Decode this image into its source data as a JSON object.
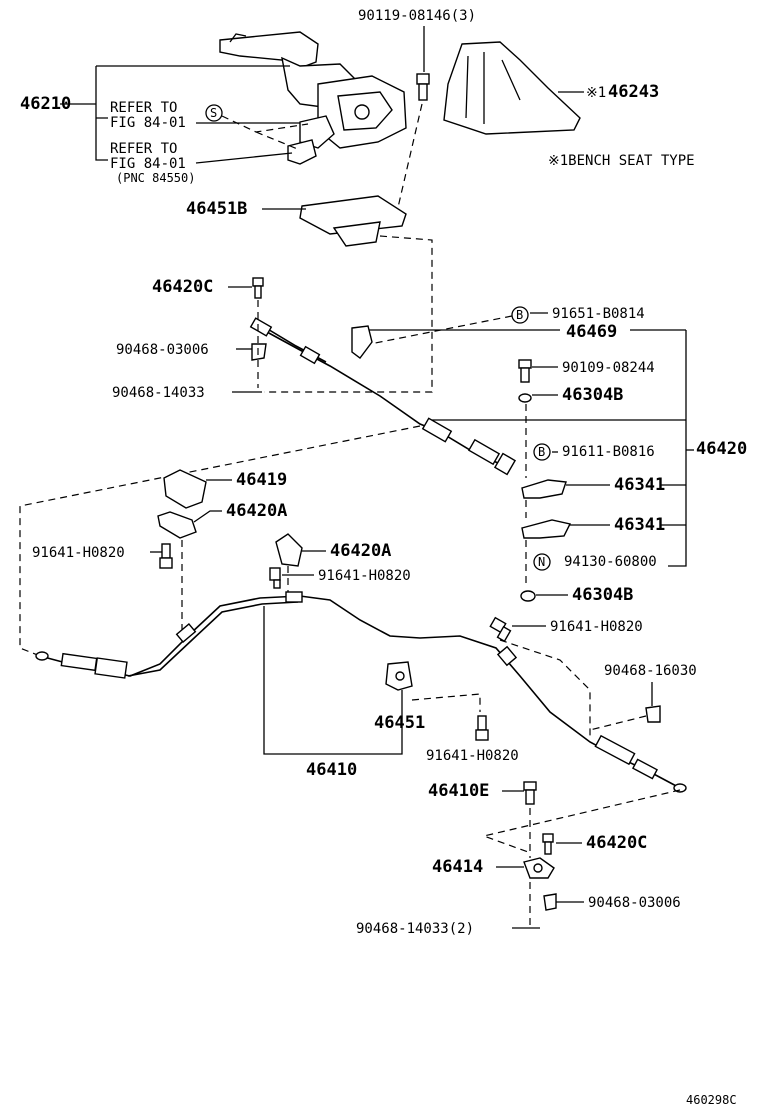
{
  "labels": {
    "p90119": "90119-08146(3)",
    "p46210": "46210",
    "refer1a": "REFER TO",
    "refer1b": "FIG 84-01",
    "refer2a": "REFER TO",
    "refer2b": "FIG 84-01",
    "pnc": "(PNC 84550)",
    "p46243": "46243",
    "note_mark": "※1",
    "bench": "※1BENCH SEAT TYPE",
    "p46451B": "46451B",
    "p46420C_top": "46420C",
    "p91651": "91651-B0814",
    "p46469": "46469",
    "p90468_03006_top": "90468-03006",
    "p90109": "90109-08244",
    "p90468_14033_top": "90468-14033",
    "p46304B_top": "46304B",
    "p91611": "91611-B0816",
    "p46420": "46420",
    "p46419": "46419",
    "p46341_a": "46341",
    "p46420A_left": "46420A",
    "p46341_b": "46341",
    "p91641_left": "91641-H0820",
    "p46420A_mid": "46420A",
    "p94130": "94130-60800",
    "p91641_mid": "91641-H0820",
    "p46304B_bot": "46304B",
    "p91641_right": "91641-H0820",
    "p90468_16030": "90468-16030",
    "p46451": "46451",
    "p91641_bot": "91641-H0820",
    "p46410": "46410",
    "p46410E": "46410E",
    "p46420C_bot": "46420C",
    "p46414": "46414",
    "p90468_03006_bot": "90468-03006",
    "p90468_14033_bot": "90468-14033(2)",
    "code": "460298C",
    "mark_S": "S",
    "mark_B1": "B",
    "mark_B2": "B",
    "mark_N": "N"
  }
}
